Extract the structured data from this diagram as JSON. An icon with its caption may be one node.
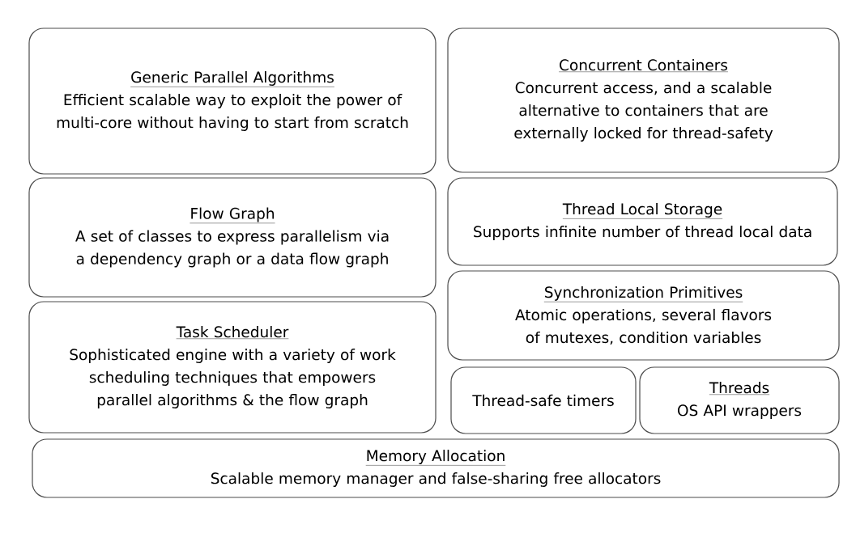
{
  "diagram": {
    "nodes": [
      {
        "text": [
          "Generic Parallel Algorithms",
          "Efficient scalable way to exploit the power of multi-core without having to start from scratch"
        ]
      },
      {
        "text": [
          "Concurrent Containers",
          "Concurrent access, and a scalable alternative to containers that are externally locked for thread-safety"
        ]
      },
      {
        "text": [
          "Flow Graph",
          "A set of classes to express parallelism via a dependency graph or a data flow graph"
        ]
      },
      {
        "text": [
          "Thread Local Storage",
          "Supports infinite number of thread local data"
        ]
      },
      {
        "text": [
          "Task Scheduler",
          "Sophisticated engine with a variety of work scheduling techniques that empowers parallel algorithms & the flow graph"
        ]
      },
      {
        "text": [
          "Synchronization Primitives",
          "Atomic operations, several flavors of mutexes, condition variables"
        ]
      },
      {
        "text": [
          "Thread-safe timers"
        ]
      },
      {
        "text": [
          "Threads",
          "OS API wrappers"
        ]
      },
      {
        "text": [
          "Memory Allocation",
          "Scalable memory manager and false-sharing free allocators"
        ]
      }
    ]
  }
}
